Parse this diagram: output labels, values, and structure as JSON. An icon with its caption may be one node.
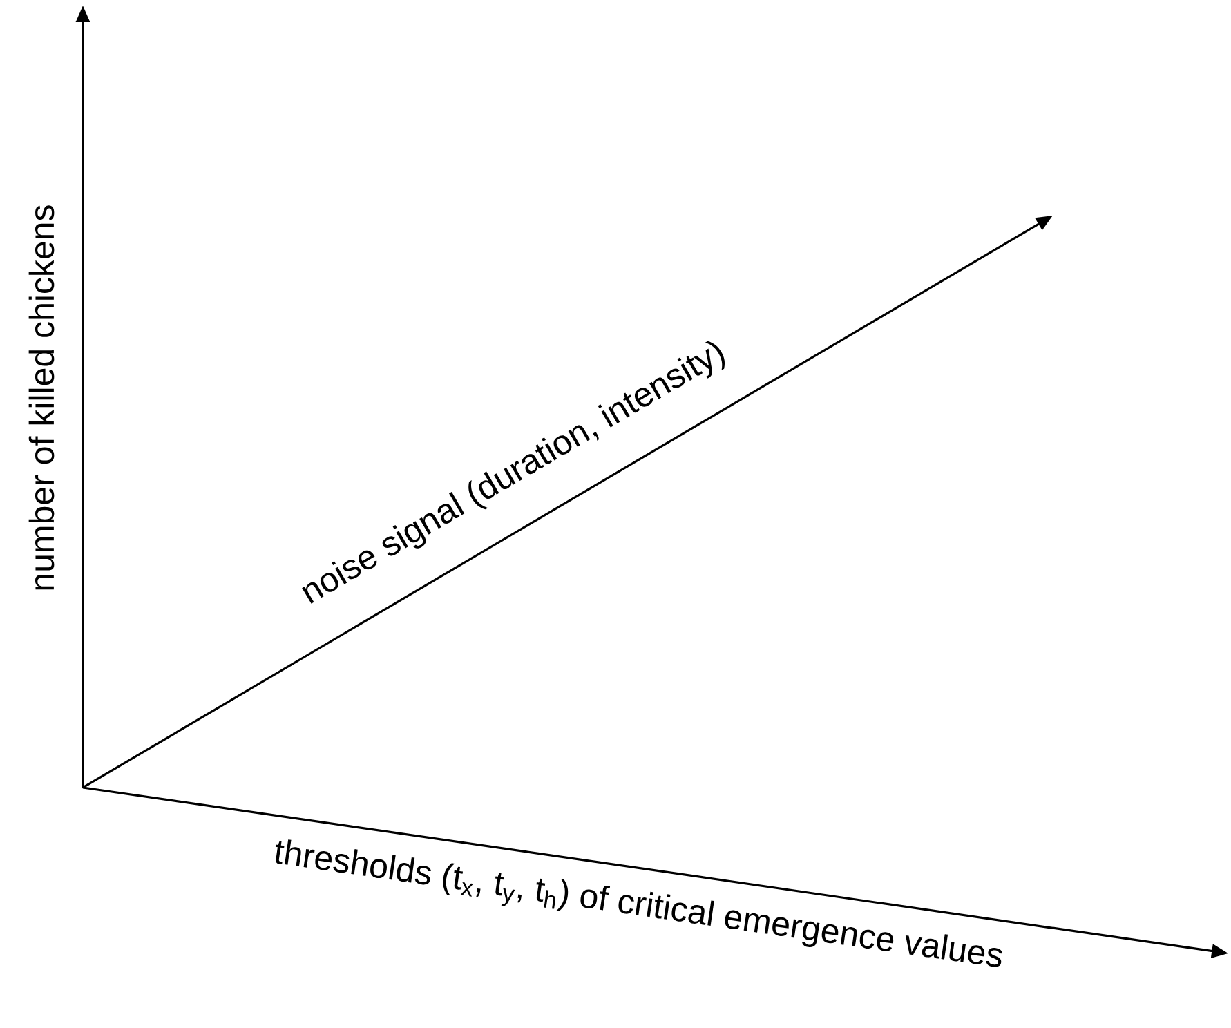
{
  "diagram": {
    "labels": [
      "number of killed chickens",
      "noise signal (duration, intensity)",
      "thresholds (t$_{x}$, t$_{y}$, t$_{h}$) of critical emergence values"
    ]
  }
}
